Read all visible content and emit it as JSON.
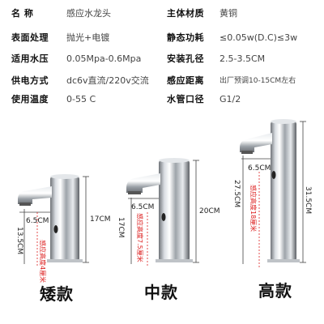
{
  "specs": {
    "rows": [
      {
        "left_label": "名  称",
        "left_value": "感应水龙头",
        "right_label": "主体材质",
        "right_value": "黄铜"
      },
      {
        "left_label": "表面处理",
        "left_value": "抛光+电镀",
        "right_label": "静态功耗",
        "right_value": "≤0.05w(D.C)≤3w"
      },
      {
        "left_label": "适用水压",
        "left_value": "0.05Mpa-0.6Mpa",
        "right_label": "安装孔径",
        "right_value": "2.5-3.5CM"
      },
      {
        "left_label": "供电方式",
        "left_value": "dc6v直流/220v交流",
        "right_label": "感应距离",
        "right_value": "出厂预调10-15CM左右"
      },
      {
        "left_label": "使用温度",
        "left_value": "0-55  C",
        "right_label": "水管口径",
        "right_value": "G1/2"
      }
    ]
  },
  "models": {
    "short": {
      "name": "矮款",
      "height": "17CM",
      "spout_reach": "6.5CM",
      "spout_height": "13.5CM",
      "sensing_height": "感应高度4厘米"
    },
    "medium": {
      "name": "中款",
      "height": "20CM",
      "spout_reach": "6.5CM",
      "spout_height": "17CM",
      "sensing_height": "感应高度7.5厘米"
    },
    "tall": {
      "name": "高款",
      "height": "31.5CM",
      "spout_reach": "6.5CM",
      "spout_height": "27.5CM",
      "sensing_height": "感应高度18厘米"
    }
  }
}
